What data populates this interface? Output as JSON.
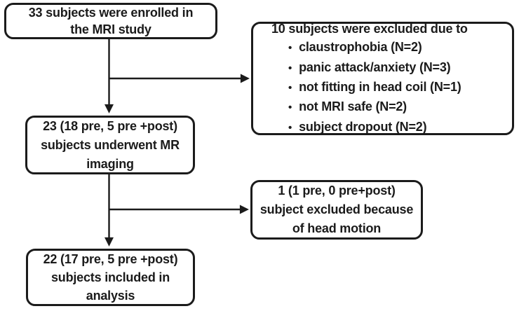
{
  "figure": {
    "title": "MRI study enrollment flowchart",
    "background": "#ffffff",
    "line_color": "#1b1b1b",
    "bullet_glyph": "•"
  },
  "nodes": {
    "enrolled": {
      "lines": [
        "33 subjects were enrolled in",
        "the MRI study"
      ]
    },
    "excluded": {
      "heading": "10 subjects were excluded due to",
      "bullets": [
        "claustrophobia (N=2)",
        "panic attack/anxiety (N=3)",
        "not fitting in head coil (N=1)",
        "not MRI safe (N=2)",
        "subject dropout (N=2)"
      ]
    },
    "imaging": {
      "lines": [
        "23 (18 pre, 5 pre +post)",
        "subjects underwent MR",
        "imaging"
      ]
    },
    "headmotion": {
      "lines": [
        "1 (1 pre, 0 pre+post)",
        "subject excluded because",
        "of head motion"
      ]
    },
    "analysis": {
      "lines": [
        "22 (17 pre, 5 pre +post)",
        "subjects included in",
        "analysis"
      ]
    }
  }
}
